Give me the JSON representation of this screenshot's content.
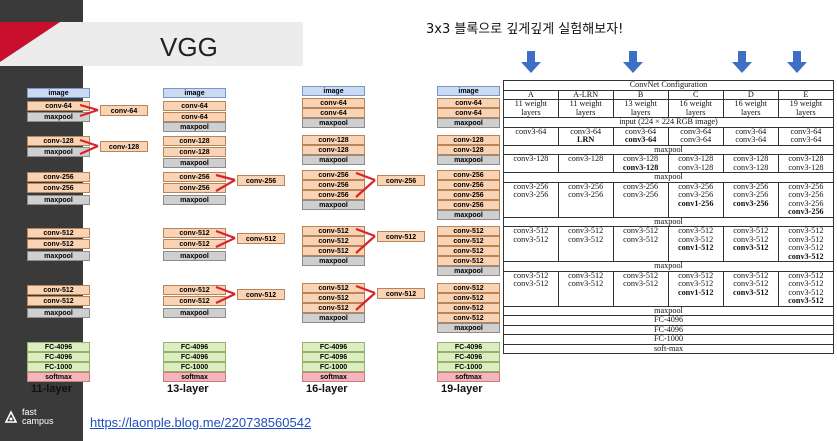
{
  "slide": {
    "title": "VGG",
    "heading": "3x3 블록으로 깊게깊게 실험해보자!",
    "link": "https://laonple.blog.me/220738560542",
    "brand_line1": "fast",
    "brand_line2": "campus"
  },
  "colors": {
    "accent": "#c8102e",
    "sidebar": "#3a3a3a",
    "arrow": "#3d6fc4"
  },
  "networks": [
    {
      "label": "11-layer",
      "blocks": [
        "image",
        "conv-64",
        "maxpool",
        "conv-128",
        "maxpool",
        "conv-256",
        "conv-256",
        "maxpool",
        "conv-512",
        "conv-512",
        "maxpool",
        "conv-512",
        "conv-512",
        "maxpool",
        "FC-4096",
        "FC-4096",
        "FC-1000",
        "softmax"
      ]
    },
    {
      "label": "13-layer",
      "blocks": [
        "image",
        "conv-64",
        "conv-64",
        "maxpool",
        "conv-128",
        "conv-128",
        "maxpool",
        "conv-256",
        "conv-256",
        "maxpool",
        "conv-512",
        "conv-512",
        "maxpool",
        "conv-512",
        "conv-512",
        "maxpool",
        "FC-4096",
        "FC-4096",
        "FC-1000",
        "softmax"
      ]
    },
    {
      "label": "16-layer",
      "blocks": [
        "image",
        "conv-64",
        "conv-64",
        "maxpool",
        "conv-128",
        "conv-128",
        "maxpool",
        "conv-256",
        "conv-256",
        "conv-256",
        "maxpool",
        "conv-512",
        "conv-512",
        "conv-512",
        "maxpool",
        "conv-512",
        "conv-512",
        "conv-512",
        "maxpool",
        "FC-4096",
        "FC-4096",
        "FC-1000",
        "softmax"
      ]
    },
    {
      "label": "19-layer",
      "blocks": [
        "image",
        "conv-64",
        "conv-64",
        "maxpool",
        "conv-128",
        "conv-128",
        "maxpool",
        "conv-256",
        "conv-256",
        "conv-256",
        "conv-256",
        "maxpool",
        "conv-512",
        "conv-512",
        "conv-512",
        "conv-512",
        "maxpool",
        "conv-512",
        "conv-512",
        "conv-512",
        "conv-512",
        "maxpool",
        "FC-4096",
        "FC-4096",
        "FC-1000",
        "softmax"
      ]
    }
  ],
  "callouts": [
    {
      "text": "conv-64"
    },
    {
      "text": "conv-128"
    },
    {
      "text": "conv-256"
    },
    {
      "text": "conv-512"
    },
    {
      "text": "conv-512"
    },
    {
      "text": "conv-256"
    },
    {
      "text": "conv-512"
    },
    {
      "text": "conv-512"
    }
  ],
  "table": {
    "header": "ConvNet Configuration",
    "columns": [
      {
        "name": "A",
        "desc": "11 weight layers"
      },
      {
        "name": "A-LRN",
        "desc": "11 weight layers"
      },
      {
        "name": "B",
        "desc": "13 weight layers"
      },
      {
        "name": "C",
        "desc": "16 weight layers"
      },
      {
        "name": "D",
        "desc": "16 weight layers"
      },
      {
        "name": "E",
        "desc": "19 weight layers"
      }
    ],
    "input_row": "input (224 × 224 RGB image)",
    "maxpool": "maxpool",
    "groups": [
      [
        [
          "conv3-64"
        ],
        [
          "conv3-64",
          "LRN"
        ],
        [
          "conv3-64",
          "conv3-64"
        ],
        [
          "conv3-64",
          "conv3-64"
        ],
        [
          "conv3-64",
          "conv3-64"
        ],
        [
          "conv3-64",
          "conv3-64"
        ]
      ],
      [
        [
          "conv3-128"
        ],
        [
          "conv3-128"
        ],
        [
          "conv3-128",
          "conv3-128"
        ],
        [
          "conv3-128",
          "conv3-128"
        ],
        [
          "conv3-128",
          "conv3-128"
        ],
        [
          "conv3-128",
          "conv3-128"
        ]
      ],
      [
        [
          "conv3-256",
          "conv3-256"
        ],
        [
          "conv3-256",
          "conv3-256"
        ],
        [
          "conv3-256",
          "conv3-256"
        ],
        [
          "conv3-256",
          "conv3-256",
          "conv1-256"
        ],
        [
          "conv3-256",
          "conv3-256",
          "conv3-256"
        ],
        [
          "conv3-256",
          "conv3-256",
          "conv3-256",
          "conv3-256"
        ]
      ],
      [
        [
          "conv3-512",
          "conv3-512"
        ],
        [
          "conv3-512",
          "conv3-512"
        ],
        [
          "conv3-512",
          "conv3-512"
        ],
        [
          "conv3-512",
          "conv3-512",
          "conv1-512"
        ],
        [
          "conv3-512",
          "conv3-512",
          "conv3-512"
        ],
        [
          "conv3-512",
          "conv3-512",
          "conv3-512",
          "conv3-512"
        ]
      ],
      [
        [
          "conv3-512",
          "conv3-512"
        ],
        [
          "conv3-512",
          "conv3-512"
        ],
        [
          "conv3-512",
          "conv3-512"
        ],
        [
          "conv3-512",
          "conv3-512",
          "conv1-512"
        ],
        [
          "conv3-512",
          "conv3-512",
          "conv3-512"
        ],
        [
          "conv3-512",
          "conv3-512",
          "conv3-512",
          "conv3-512"
        ]
      ]
    ],
    "bold_rule": "entries added relative to previous column are bold",
    "bold": [
      [
        [],
        [
          1
        ],
        [
          1
        ],
        [],
        [],
        []
      ],
      [
        [],
        [],
        [
          1
        ],
        [],
        [],
        []
      ],
      [
        [],
        [],
        [],
        [
          2
        ],
        [
          2
        ],
        [
          3
        ]
      ],
      [
        [],
        [],
        [],
        [
          2
        ],
        [
          2
        ],
        [
          3
        ]
      ],
      [
        [],
        [],
        [],
        [
          2
        ],
        [
          2
        ],
        [
          3
        ]
      ]
    ],
    "footer": [
      "maxpool",
      "FC-4096",
      "FC-4096",
      "FC-1000",
      "soft-max"
    ]
  }
}
